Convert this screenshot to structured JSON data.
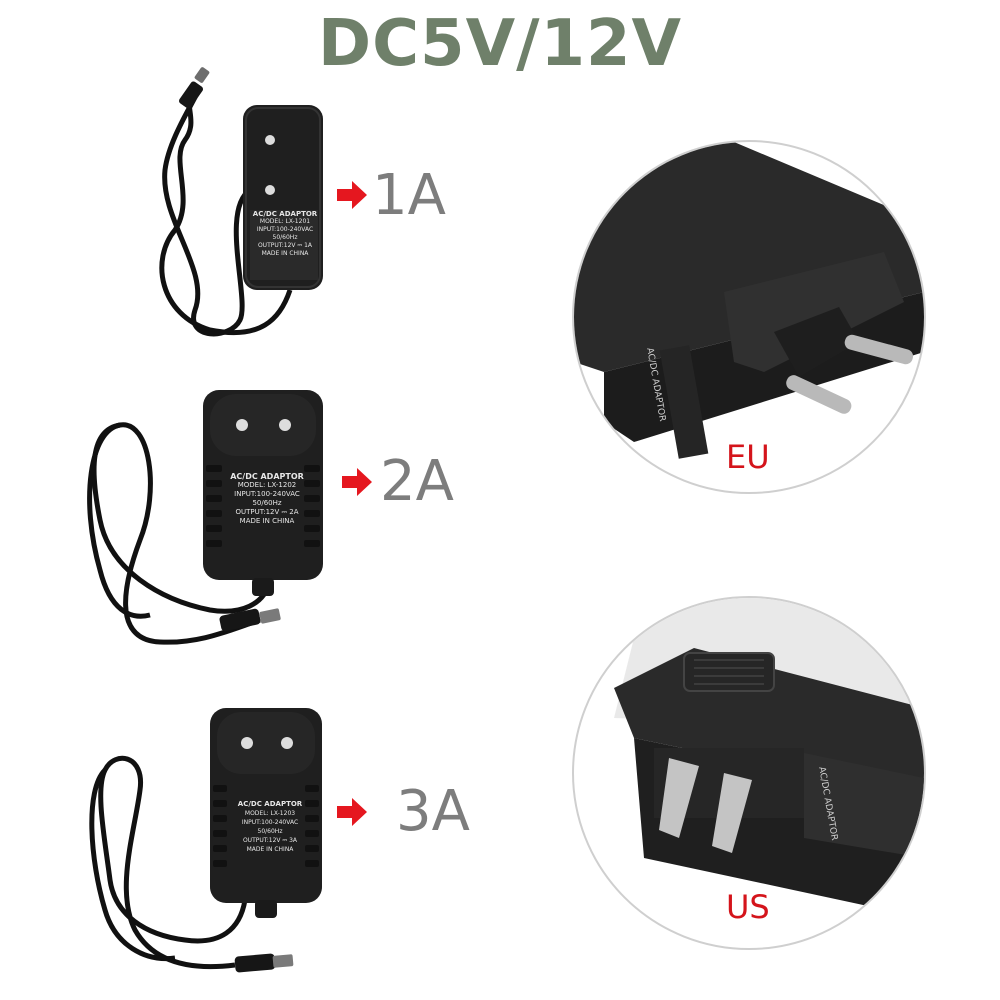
{
  "headline": "DC5V/12V",
  "colors": {
    "headline": "#6f806a",
    "arrow": "#e5171f",
    "rating_text": "#7d7d7d",
    "plug_label": "#d4141b",
    "adapter_body": "#1f1f1f",
    "circle_border": "#cfcfcf"
  },
  "adapters": [
    {
      "rating": "1A",
      "arrow_icon": "red-right-arrow-icon",
      "label_title": "AC/DC ADAPTOR",
      "label_model": "MODEL: LX-1201",
      "label_input": "INPUT:100-240VAC",
      "label_freq": "50/60Hz",
      "label_output": "OUTPUT:12V ⎓ 1A",
      "label_origin": "MADE IN CHINA"
    },
    {
      "rating": "2A",
      "arrow_icon": "red-right-arrow-icon",
      "label_title": "AC/DC ADAPTOR",
      "label_model": "MODEL: LX-1202",
      "label_input": "INPUT:100-240VAC",
      "label_freq": "50/60Hz",
      "label_output": "OUTPUT:12V ⎓ 2A",
      "label_origin": "MADE IN CHINA"
    },
    {
      "rating": "3A",
      "arrow_icon": "red-right-arrow-icon",
      "label_title": "AC/DC ADAPTOR",
      "label_model": "MODEL: LX-1203",
      "label_input": "INPUT:100-240VAC",
      "label_freq": "50/60Hz",
      "label_output": "OUTPUT:12V ⎓ 3A",
      "label_origin": "MADE IN CHINA"
    }
  ],
  "plug_views": [
    {
      "label": "EU",
      "icon": "eu-plug-closeup-icon",
      "side_text": "AC/DC ADAPTOR"
    },
    {
      "label": "US",
      "icon": "us-plug-closeup-icon",
      "side_text": "AC/DC ADAPTOR"
    }
  ]
}
